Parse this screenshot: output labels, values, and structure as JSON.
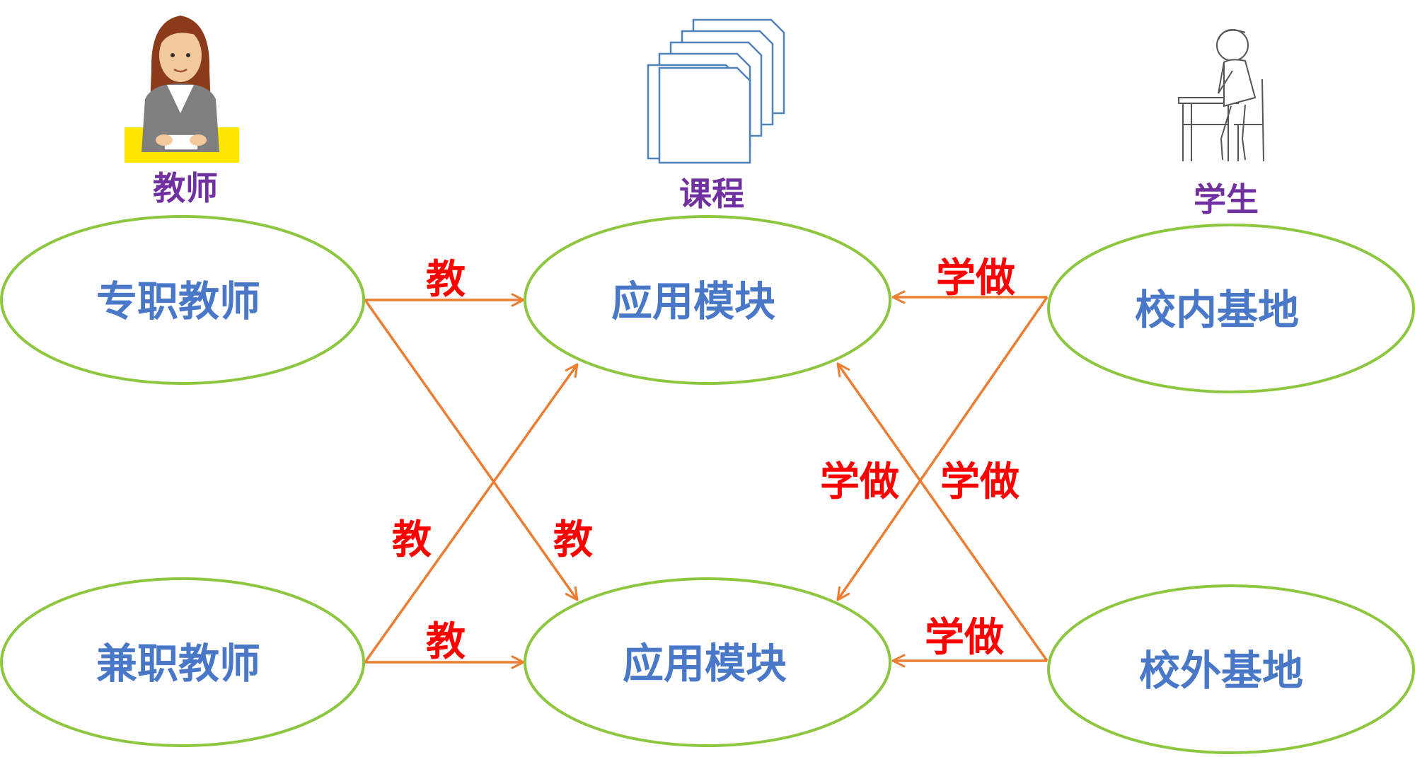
{
  "colors": {
    "ellipse_stroke": "#8dc63f",
    "arrow": "#ed7d31",
    "node_text": "#4a78c8",
    "edge_text": "#ff0000",
    "role_text": "#7030a0"
  },
  "roles": {
    "teacher": {
      "label": "教师",
      "icon": "teacher-figure-icon"
    },
    "course": {
      "label": "课程",
      "icon": "document-stack-icon"
    },
    "student": {
      "label": "学生",
      "icon": "student-at-desk-icon"
    }
  },
  "nodes": {
    "fulltime_teacher": "专职教师",
    "parttime_teacher": "兼职教师",
    "module_top": "应用模块",
    "module_bottom": "应用模块",
    "campus_base": "校内基地",
    "offcampus_base": "校外基地"
  },
  "edges": [
    {
      "from": "fulltime_teacher",
      "to": "module_top",
      "label": "教"
    },
    {
      "from": "fulltime_teacher",
      "to": "module_bottom",
      "label": "教"
    },
    {
      "from": "parttime_teacher",
      "to": "module_top",
      "label": "教"
    },
    {
      "from": "parttime_teacher",
      "to": "module_bottom",
      "label": "教"
    },
    {
      "from": "campus_base",
      "to": "module_top",
      "label": "学做"
    },
    {
      "from": "campus_base",
      "to": "module_bottom",
      "label": "学做"
    },
    {
      "from": "offcampus_base",
      "to": "module_top",
      "label": "学做"
    },
    {
      "from": "offcampus_base",
      "to": "module_bottom",
      "label": "学做"
    }
  ]
}
